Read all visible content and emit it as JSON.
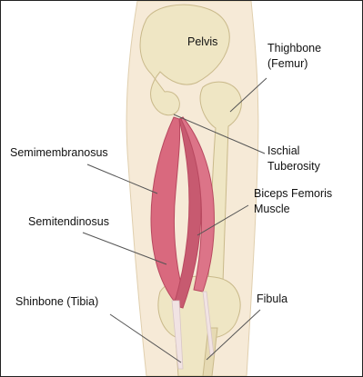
{
  "labels": {
    "pelvis": "Pelvis",
    "thighbone_line1": "Thighbone",
    "thighbone_line2": "(Femur)",
    "semimembranosus": "Semimembranosus",
    "ischial_line1": "Ischial",
    "ischial_line2": "Tuberosity",
    "biceps_line1": "Biceps Femoris",
    "biceps_line2": "Muscle",
    "semitendinosus": "Semitendinosus",
    "shinbone": "Shinbone (Tibia)",
    "fibula": "Fibula"
  },
  "colors": {
    "bone": "#efe6c4",
    "bone_shadow": "#d9cba0",
    "skin": "#f6ead7",
    "muscle": "#d9697e",
    "muscle_dark": "#b8485f",
    "tendon": "#f1e3e3",
    "leader": "#555555",
    "frame": "#222222"
  }
}
